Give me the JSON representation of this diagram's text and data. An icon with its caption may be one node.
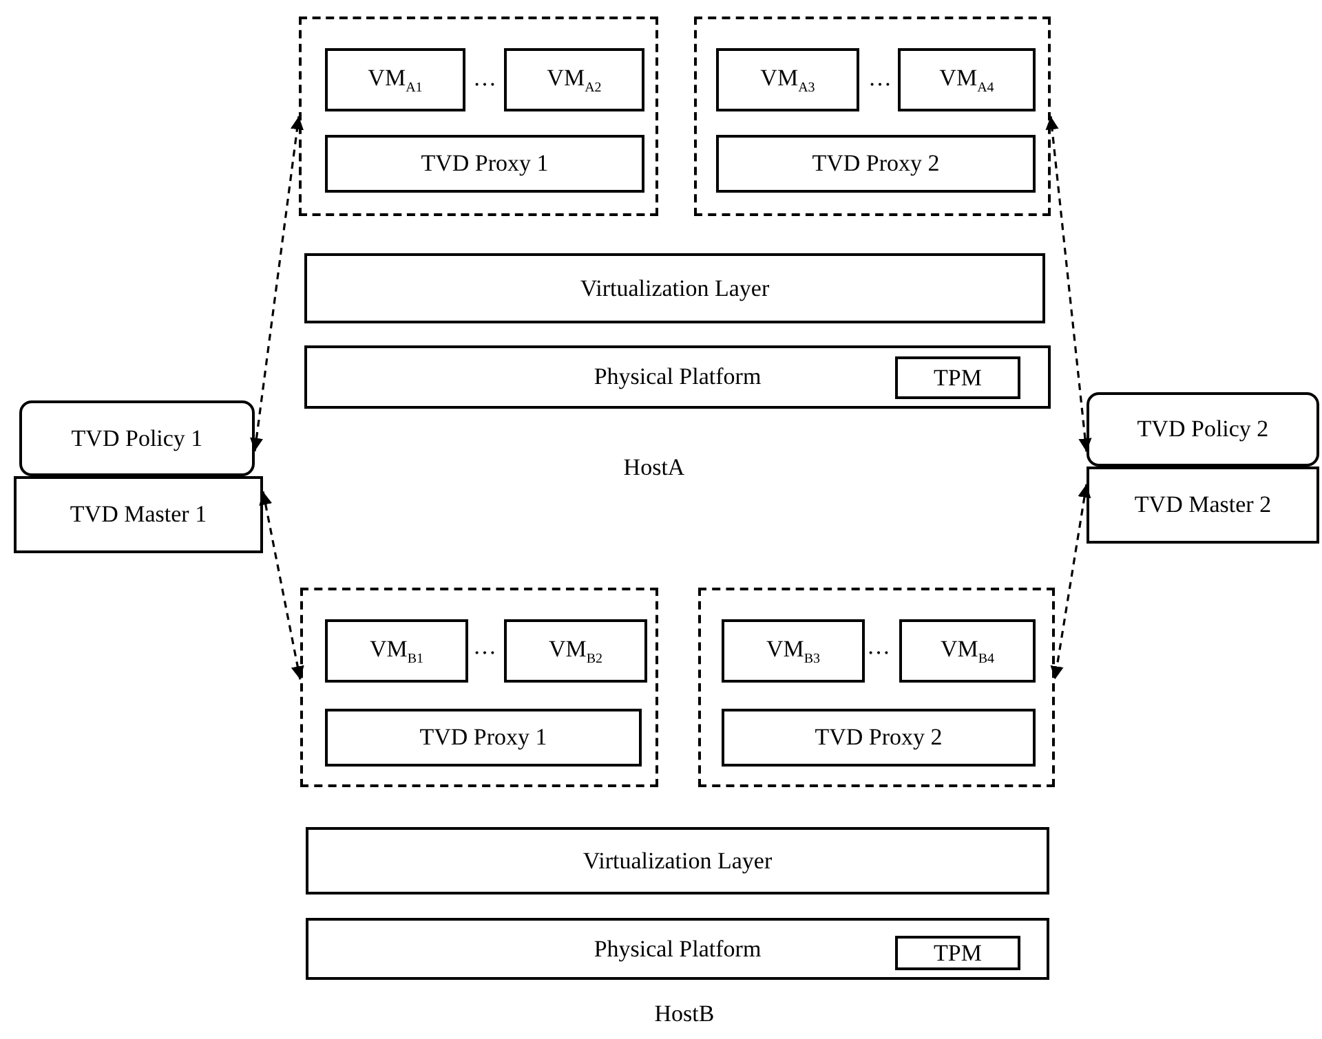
{
  "diagram": {
    "nodes": [
      {
        "text": [],
        "shape": "box"
      },
      {
        "text": [
          "VM$_{A1}$"
        ],
        "in": 0
      },
      {
        "text": [
          "VM$_{A2}$"
        ],
        "in": 0
      },
      {
        "text": [
          "TVD Proxy 1"
        ],
        "in": 0
      },
      {
        "text": [],
        "shape": "box"
      },
      {
        "text": [
          "VM$_{A3}$"
        ],
        "in": 4
      },
      {
        "text": [
          "VM$_{A4}$"
        ],
        "in": 4
      },
      {
        "text": [
          "TVD Proxy 2"
        ],
        "in": 4
      },
      {
        "text": [
          "Virtualization Layer"
        ]
      },
      {
        "text": [
          "Physical Platform"
        ]
      },
      {
        "text": [
          "TPM"
        ],
        "in": 9
      },
      {
        "text": [
          "TVD Policy 1"
        ]
      },
      {
        "text": [
          "TVD Master 1"
        ]
      },
      {
        "text": [
          "TVD Policy 2"
        ]
      },
      {
        "text": [
          "TVD Master 2"
        ]
      },
      {
        "text": [],
        "shape": "box"
      },
      {
        "text": [
          "VM$_{B1}$"
        ],
        "in": 15
      },
      {
        "text": [
          "VM$_{B2}$"
        ],
        "in": 15
      },
      {
        "text": [
          "TVD Proxy 1"
        ],
        "in": 15
      },
      {
        "text": [],
        "shape": "box"
      },
      {
        "text": [
          "VM$_{B3}$"
        ],
        "in": 19
      },
      {
        "text": [
          "VM$_{B4}$"
        ],
        "in": 19
      },
      {
        "text": [
          "TVD Proxy 2"
        ],
        "in": 19
      },
      {
        "text": [
          "Virtualization Layer"
        ]
      },
      {
        "text": [
          "Physical Platform"
        ]
      },
      {
        "text": [
          "TPM"
        ],
        "in": 24
      }
    ],
    "edges": [
      {
        "from": 11,
        "to": 0,
        "arrow": "both",
        "style": "dashed"
      },
      {
        "from": 12,
        "to": 15,
        "arrow": "both",
        "style": "dashed"
      },
      {
        "from": 13,
        "to": 4,
        "arrow": "both",
        "style": "dashed"
      },
      {
        "from": 14,
        "to": 19,
        "arrow": "both",
        "style": "dashed"
      }
    ],
    "labels": [
      "…",
      "…",
      "HostA",
      "…",
      "…",
      "HostB"
    ]
  }
}
